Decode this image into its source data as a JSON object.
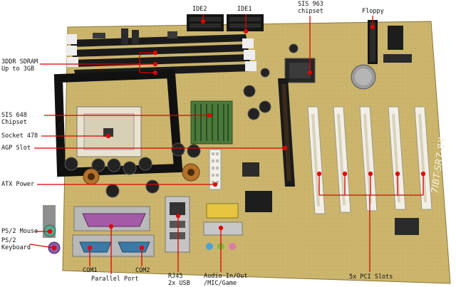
{
  "labels": {
    "ide2": "IDE2",
    "ide1": "IDE1",
    "sis963": [
      "SIS 963",
      "chipset"
    ],
    "floppy": "Floppy",
    "ddr": [
      "3DDR SDRAM",
      "Up to 3GB"
    ],
    "sis648": [
      "SIS 648",
      "Chipset"
    ],
    "socket": "Socket 478",
    "agp": "AGP Slot",
    "atx": "ATX Power",
    "ps2mouse": "PS/2 Mouse",
    "ps2kbd": [
      "PS/2",
      "Keyboard"
    ],
    "com1": "COM1",
    "parallel": "Parallel Port",
    "com2": "COM2",
    "rj45": [
      "RJ45",
      "2x USB"
    ],
    "audio": [
      "Audio In/Out",
      "/MIC/Game"
    ],
    "pci": "5x PCI Slots"
  },
  "board_silkscreen": "7IBT-SR7-8X",
  "colors": {
    "pointer": "#e00000",
    "pcb": "#c9b36a",
    "slot_black": "#1a1a1a",
    "pci_white": "#f2efe6"
  }
}
